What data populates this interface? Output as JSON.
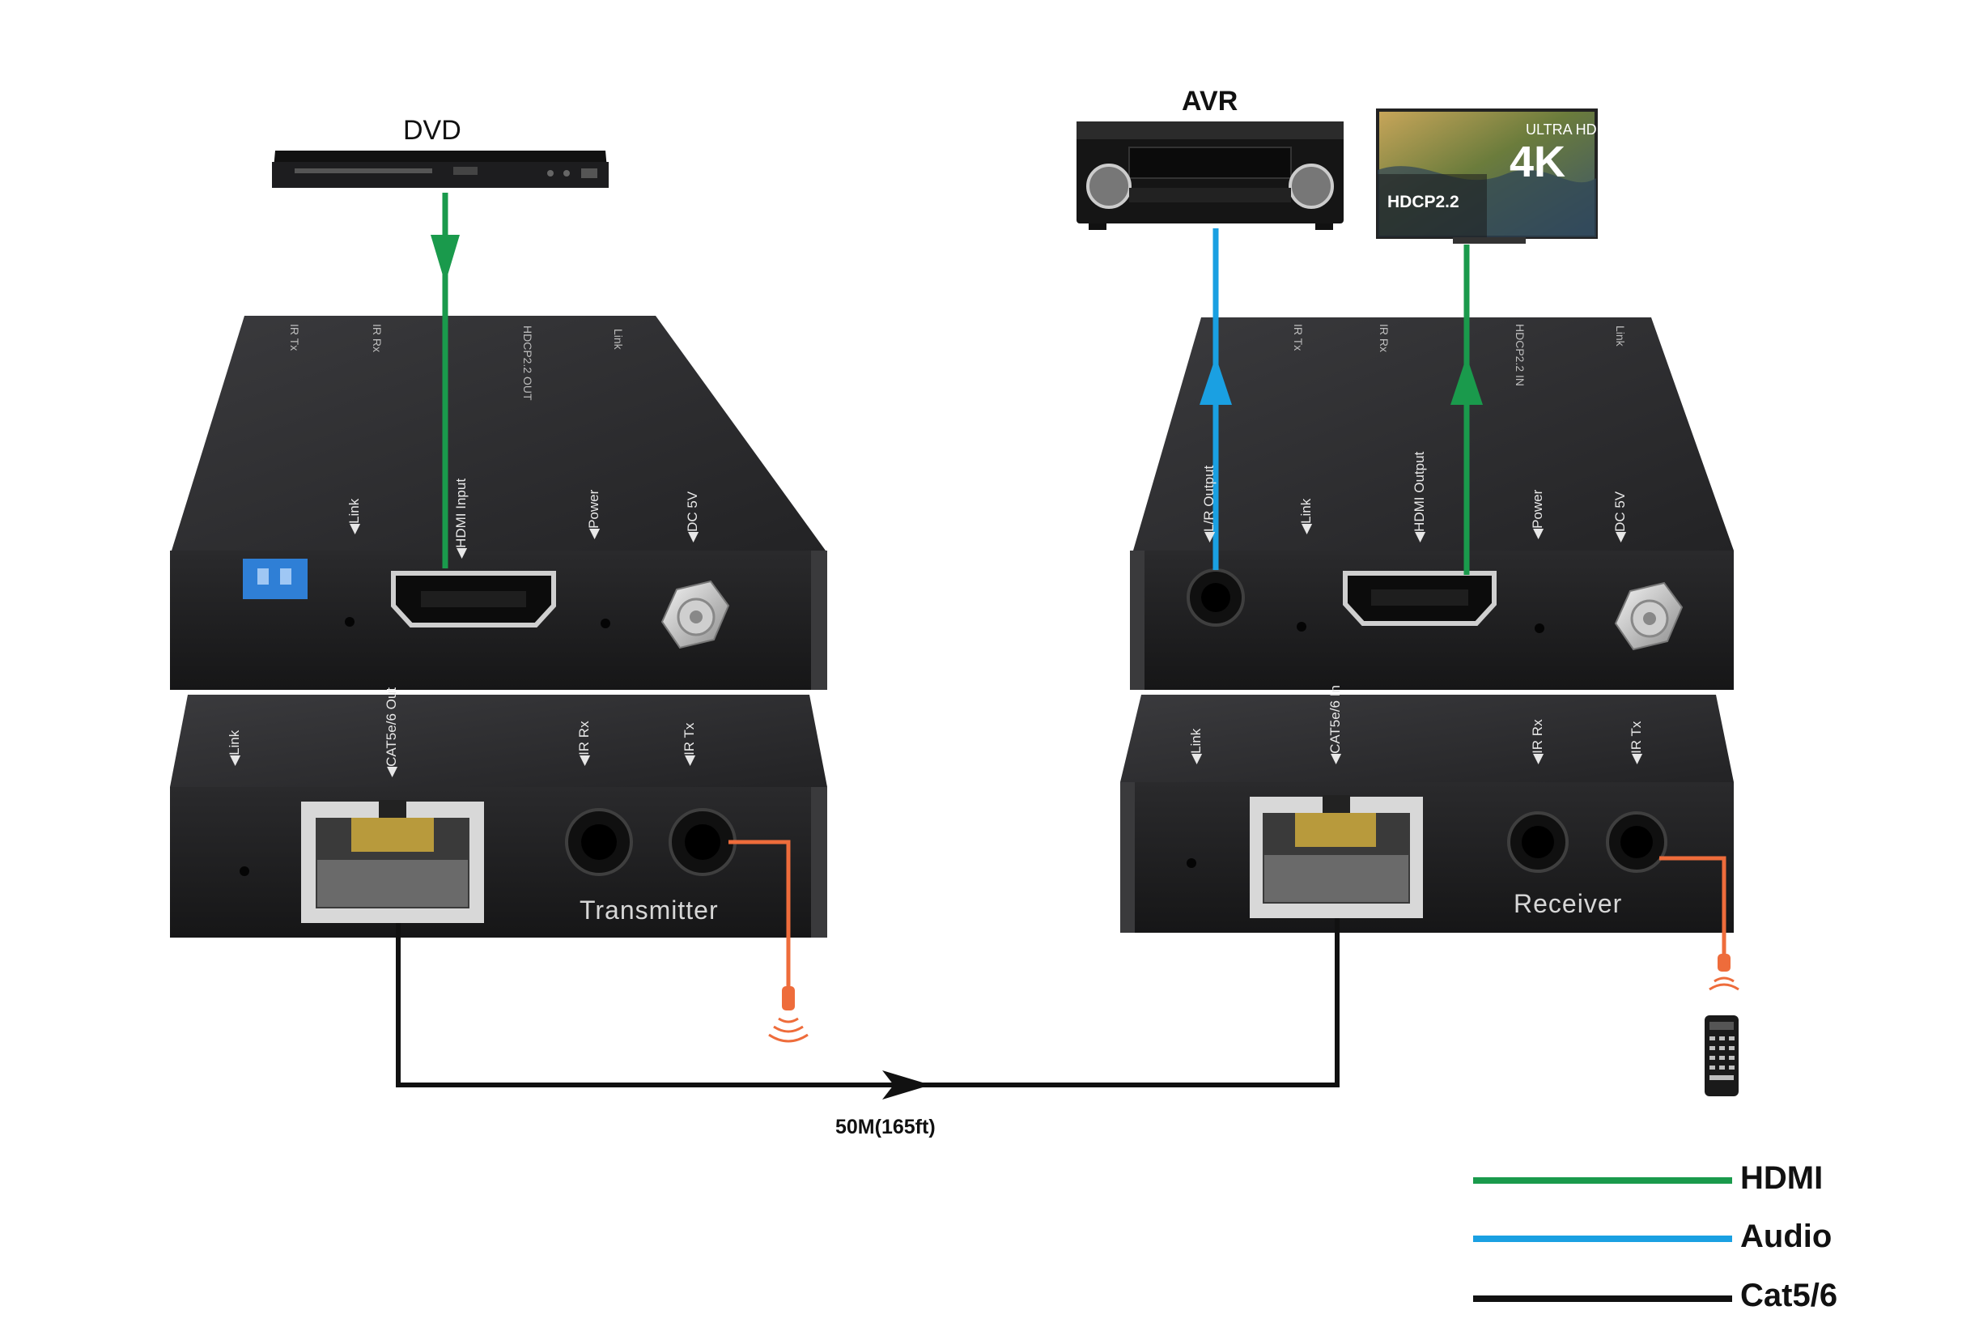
{
  "devices": {
    "dvd": {
      "label": "DVD"
    },
    "avr": {
      "label": "AVR"
    },
    "tv": {
      "badge_top": "ULTRA HD",
      "badge_4k": "4K",
      "badge_hdcp": "HDCP2.2"
    }
  },
  "transmitter": {
    "name": "Transmitter",
    "top_ports": [
      "◀Link",
      "◀HDMI Input",
      "◀Power",
      "◀DC 5V"
    ],
    "bottom_ports": [
      "◀Link",
      "◀CAT5e/6 Out",
      "◀IR Rx",
      "◀IR Tx"
    ],
    "lid_print": [
      "IR Tx",
      "IR Rx",
      "HDCP2.2 OUT",
      "Link"
    ]
  },
  "receiver": {
    "name": "Receiver",
    "top_ports": [
      "◀L/R Output",
      "◀Link",
      "◀HDMI Output",
      "◀Power",
      "◀DC 5V"
    ],
    "bottom_ports": [
      "◀Link",
      "◀CAT5e/6 In",
      "◀IR Rx",
      "◀IR Tx"
    ],
    "lid_print": [
      "IR Tx",
      "IR Rx",
      "HDCP2.2 IN",
      "Link"
    ]
  },
  "cable": {
    "distance_label": "50M(165ft)"
  },
  "legend": [
    {
      "label": "HDMI",
      "color": "#1a9a4c"
    },
    {
      "label": "Audio",
      "color": "#1aa0e2"
    },
    {
      "label": "Cat5/6",
      "color": "#111111"
    }
  ],
  "colors": {
    "hdmi": "#1a9a4c",
    "audio": "#1aa0e2",
    "cat": "#111111",
    "ir": "#ee6c3b",
    "chassis": "#2c2c2e",
    "chassis_face": "#1e1e20"
  },
  "icons": [
    "dvd-player-icon",
    "avr-receiver-icon",
    "tv-4k-icon",
    "remote-control-icon",
    "ir-emitter-icon",
    "rj45-port-icon",
    "hdmi-port-icon",
    "dc-jack-icon",
    "audio-jack-icon",
    "dip-switch-icon"
  ]
}
